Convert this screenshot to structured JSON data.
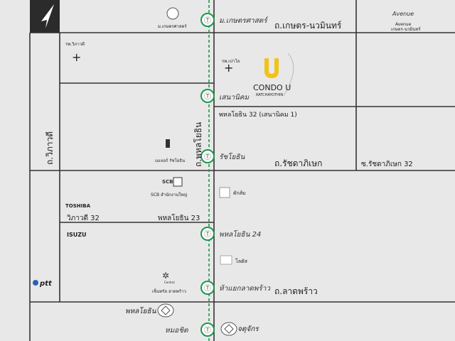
{
  "colors": {
    "background": "#e8e8e8",
    "road": "#333333",
    "rail": "#1a9a4a",
    "condo_yellow": "#f2c21a",
    "ptt_blue": "#2a62b0"
  },
  "north_arrow": {
    "letter": "N"
  },
  "stations": [
    {
      "label": "ม.เกษตรศาสตร์"
    },
    {
      "label": "เสนานิคม"
    },
    {
      "label": "รัชโยธิน"
    },
    {
      "label": "พหลโยธิน 24"
    },
    {
      "label": "ห้าแยกลาดพร้าว"
    },
    {
      "label": "หมอชิต"
    }
  ],
  "roads": {
    "kaset_nawamin": "ถ.เกษตร-นวมินทร์",
    "phahon_vertical": "ถ.พหลโยธิน",
    "phahon32": "พหลโยธิน 32 (เสนานิคม 1)",
    "ratchadaphisek": "ถ.รัชดาภิเษก",
    "soi_ratchada32": "ซ.รัชดาภิเษก 32",
    "vibhavadi": "ถ.วิภาวดี",
    "vibhavadi32": "วิภาวดี 32",
    "phahon23": "พหลโยธิน 23",
    "ladprao": "ถ.ลาดพร้าว",
    "phahon_bottom": "พหลโยธิน",
    "chatuchak": "จตุจักร"
  },
  "landmarks": {
    "kasetsart": "ม.เกษตรศาสตร์",
    "avenue": {
      "logo": "Avenue",
      "line1": "Avenue",
      "line2": "เกษตร-นวมินทร์"
    },
    "vibhavadi_hospital": "รพ.วิภาวดี",
    "paolo_hospital": "รพ.เปาโล",
    "condo": {
      "name": "CONDO U",
      "sub": "RATCHAYOTHIN"
    },
    "major_ratchayothin": "เมเจอร์ รัชโยธิน",
    "scb": {
      "logo": "SCB",
      "label": "SCB สำนักงานใหญ่"
    },
    "lotus_label": "ดักส์ม",
    "toshiba": "TOSHIBA",
    "isuzu": "ISUZU",
    "tesco_label": "โลตัส",
    "central": {
      "small": "Central",
      "label": "เซ็นทรัล ลาดพร้าว"
    },
    "ptt": "ptt"
  }
}
